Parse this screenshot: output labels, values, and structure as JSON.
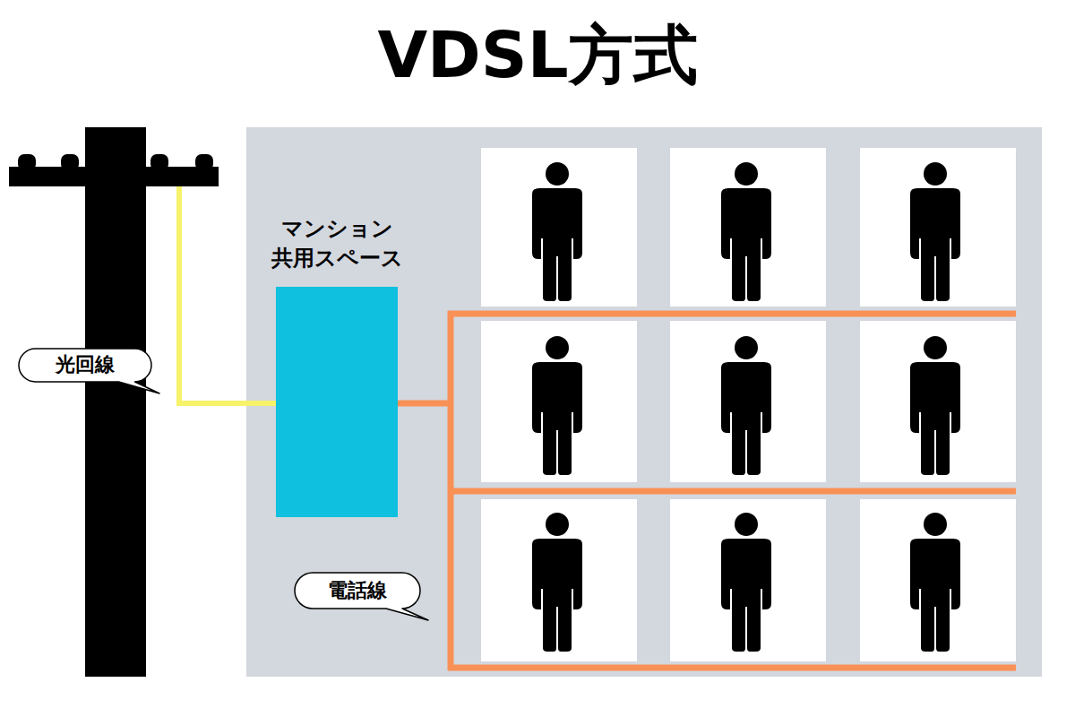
{
  "diagram": {
    "title": "VDSL方式",
    "nodes": [
      {
        "text": [
          "マンション 共用スペース"
        ]
      },
      {
        "text": [
          "光回線"
        ]
      },
      {
        "text": [
          "電話線"
        ]
      }
    ]
  }
}
